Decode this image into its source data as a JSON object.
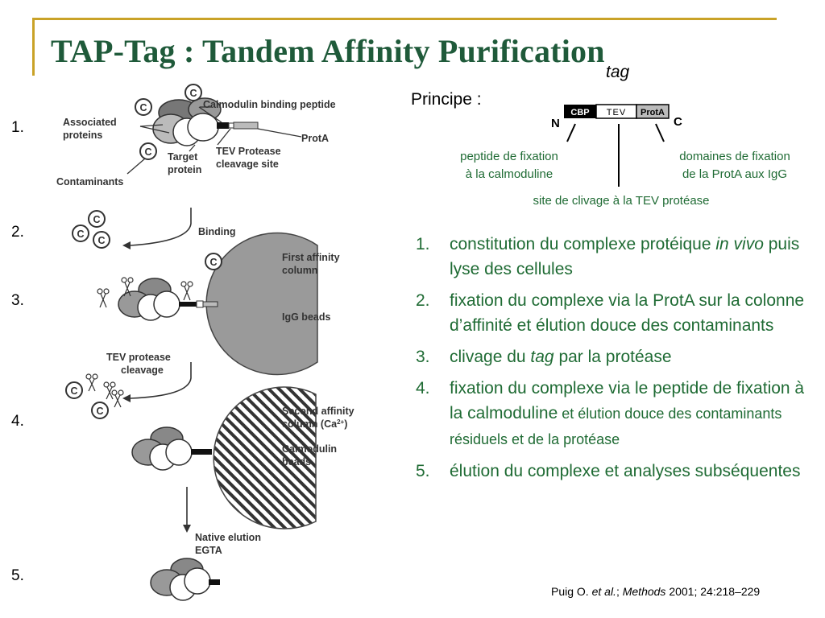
{
  "slide": {
    "title": "TAP-Tag : Tandem Affinity Purification",
    "tag_word": "tag",
    "principe_label": "Principe :",
    "step_numbers": [
      "1.",
      "2.",
      "3.",
      "4.",
      "5."
    ]
  },
  "tag_diagram": {
    "n_label": "N",
    "c_label": "C",
    "segments": [
      "CBP",
      "TEV",
      "ProtA"
    ],
    "caption_left": [
      "peptide de fixation",
      "à la calmoduline"
    ],
    "caption_right": [
      "domaines de fixation",
      "de la ProtA aux IgG"
    ],
    "caption_middle": "site de clivage à la TEV protéase"
  },
  "figure": {
    "c_glyph": "C",
    "label_calmodulin": "Calmodulin  binding   peptide",
    "label_associated": [
      "Associated",
      "proteins"
    ],
    "label_target": [
      "Target",
      "protein"
    ],
    "label_prota": "ProtA",
    "label_tev_site": [
      "TEV  Protease",
      "cleavage site"
    ],
    "label_contaminants": "Contaminants",
    "label_binding": "Binding",
    "label_first_column": [
      "First affinity",
      "column"
    ],
    "label_igg": "IgG beads",
    "label_tev_cleavage": [
      "TEV  protease",
      "cleavage"
    ],
    "label_second_column_a": "Second affinity",
    "label_second_column_b": "column (Ca",
    "label_second_column_sup": "2+",
    "label_second_column_c": ")",
    "label_calmodulin_beads": [
      "Calmodulin",
      "beads"
    ],
    "label_elution": [
      "Native elution",
      "EGTA"
    ]
  },
  "steps": [
    {
      "n": "1.",
      "parts": [
        {
          "t": "constitution du complexe protéique "
        },
        {
          "t": "in vivo",
          "i": true
        },
        {
          "t": " puis lyse des cellules"
        }
      ]
    },
    {
      "n": "2.",
      "parts": [
        {
          "t": "fixation du complexe via la ProtA sur la colonne d’affinité et élution douce des contaminants"
        }
      ]
    },
    {
      "n": "3.",
      "parts": [
        {
          "t": "clivage du "
        },
        {
          "t": "tag",
          "i": true
        },
        {
          "t": " par la protéase"
        }
      ]
    },
    {
      "n": "4.",
      "parts": [
        {
          "t": "fixation du complexe via le peptide de fixation à la calmoduline"
        },
        {
          "t": " et élution douce des contaminants résiduels et de la protéase",
          "s": true
        }
      ]
    },
    {
      "n": "5.",
      "parts": [
        {
          "t": "élution du complexe et analyses subséquentes"
        }
      ]
    }
  ],
  "reference": {
    "author": "Puig O. ",
    "etal": "et al.",
    "sep": "; ",
    "journal": "Methods",
    "rest": " 2001; 24:218–229"
  },
  "colors": {
    "title_green": "#1f5a3a",
    "text_green": "#1f6b34",
    "accent_gold": "#c9a227"
  }
}
